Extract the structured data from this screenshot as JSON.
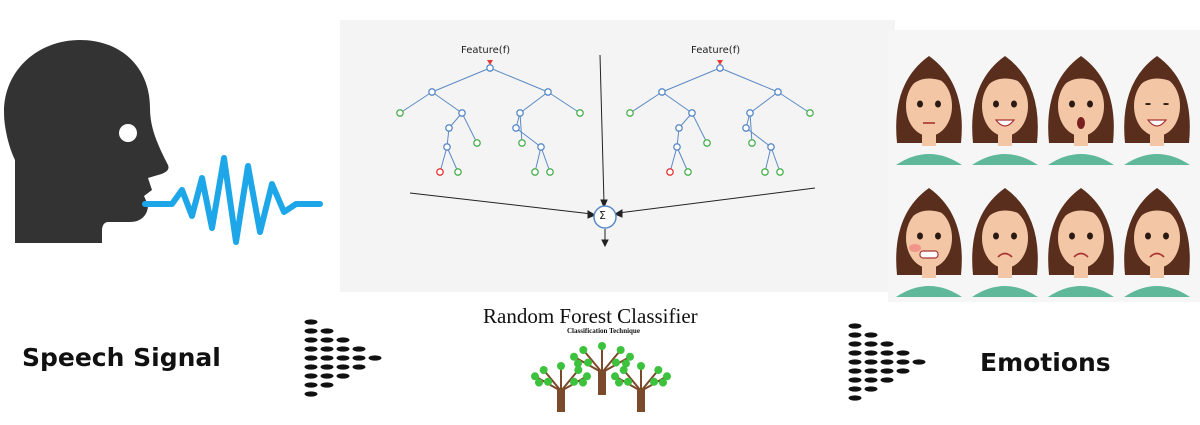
{
  "labels": {
    "input": "Speech Signal",
    "output": "Emotions",
    "classifier_title": "Random Forest Classifier",
    "classifier_subtitle": "Classification Technique"
  },
  "trees": [
    {
      "feature_label": "Feature(f)"
    },
    {
      "feature_label": "Feature(f)"
    }
  ],
  "aggregator_symbol": "Σ",
  "emotion_faces": [
    "neutral",
    "happy",
    "surprised",
    "laughing",
    "angry",
    "worried",
    "sad",
    "fearful"
  ],
  "colors": {
    "head": "#333333",
    "wave": "#1ea7e8",
    "tree_node": "#5b8ac6",
    "leaf_green": "#4caf50",
    "leaf_red": "#e53935",
    "feature_arrow": "#e53935",
    "skin": "#f3c7a6",
    "hair": "#5a2e1c",
    "shirt": "#5fb89a",
    "forest_leaf": "#3cc23c",
    "forest_trunk": "#7a4a2a",
    "panel_bg": "#f3f3f3"
  }
}
